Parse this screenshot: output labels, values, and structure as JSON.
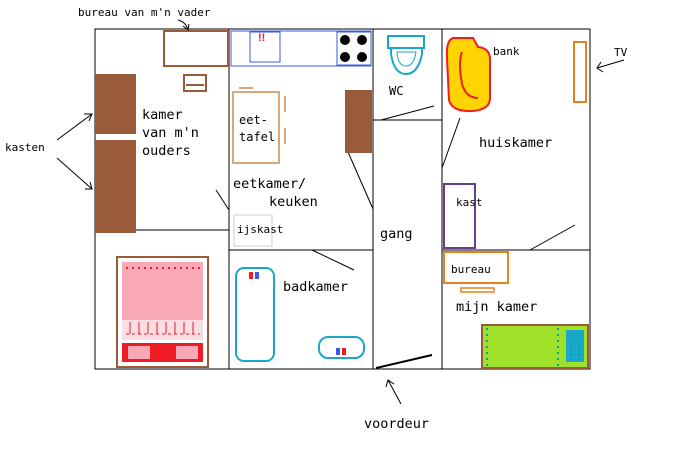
{
  "labels": {
    "bureau_vader": "bureau van m'n vader",
    "kamer_line1": "kamer",
    "kamer_line2": "van m'n",
    "kamer_line3": "ouders",
    "kasten": "kasten",
    "eettafel_line1": "eet-",
    "eettafel_line2": "tafel",
    "eetkamer_line1": "eetkamer/",
    "eetkamer_line2": "keuken",
    "ijskast": "ijskast",
    "wc": "WC",
    "gang": "gang",
    "badkamer": "badkamer",
    "bank": "bank",
    "tv": "TV",
    "huiskamer": "huiskamer",
    "kast": "kast",
    "bureau": "bureau",
    "mijn_kamer": "mijn kamer",
    "voordeur": "voordeur",
    "stove_marks": "!!"
  },
  "colors": {
    "wall": "#000000",
    "furniture_brown": "#9a5b3a",
    "furniture_tan": "#d8a87a",
    "bed_pink": "#f9a8b6",
    "bed_red": "#ee1c24",
    "sofa_yellow": "#ffd400",
    "sofa_red": "#ee1c24",
    "orange": "#e8821e",
    "purple": "#6a3d8c",
    "cyan": "#1aa7c9",
    "green_bed": "#9fe02a",
    "teal": "#00a7a0",
    "blue": "#3b5bdb"
  }
}
